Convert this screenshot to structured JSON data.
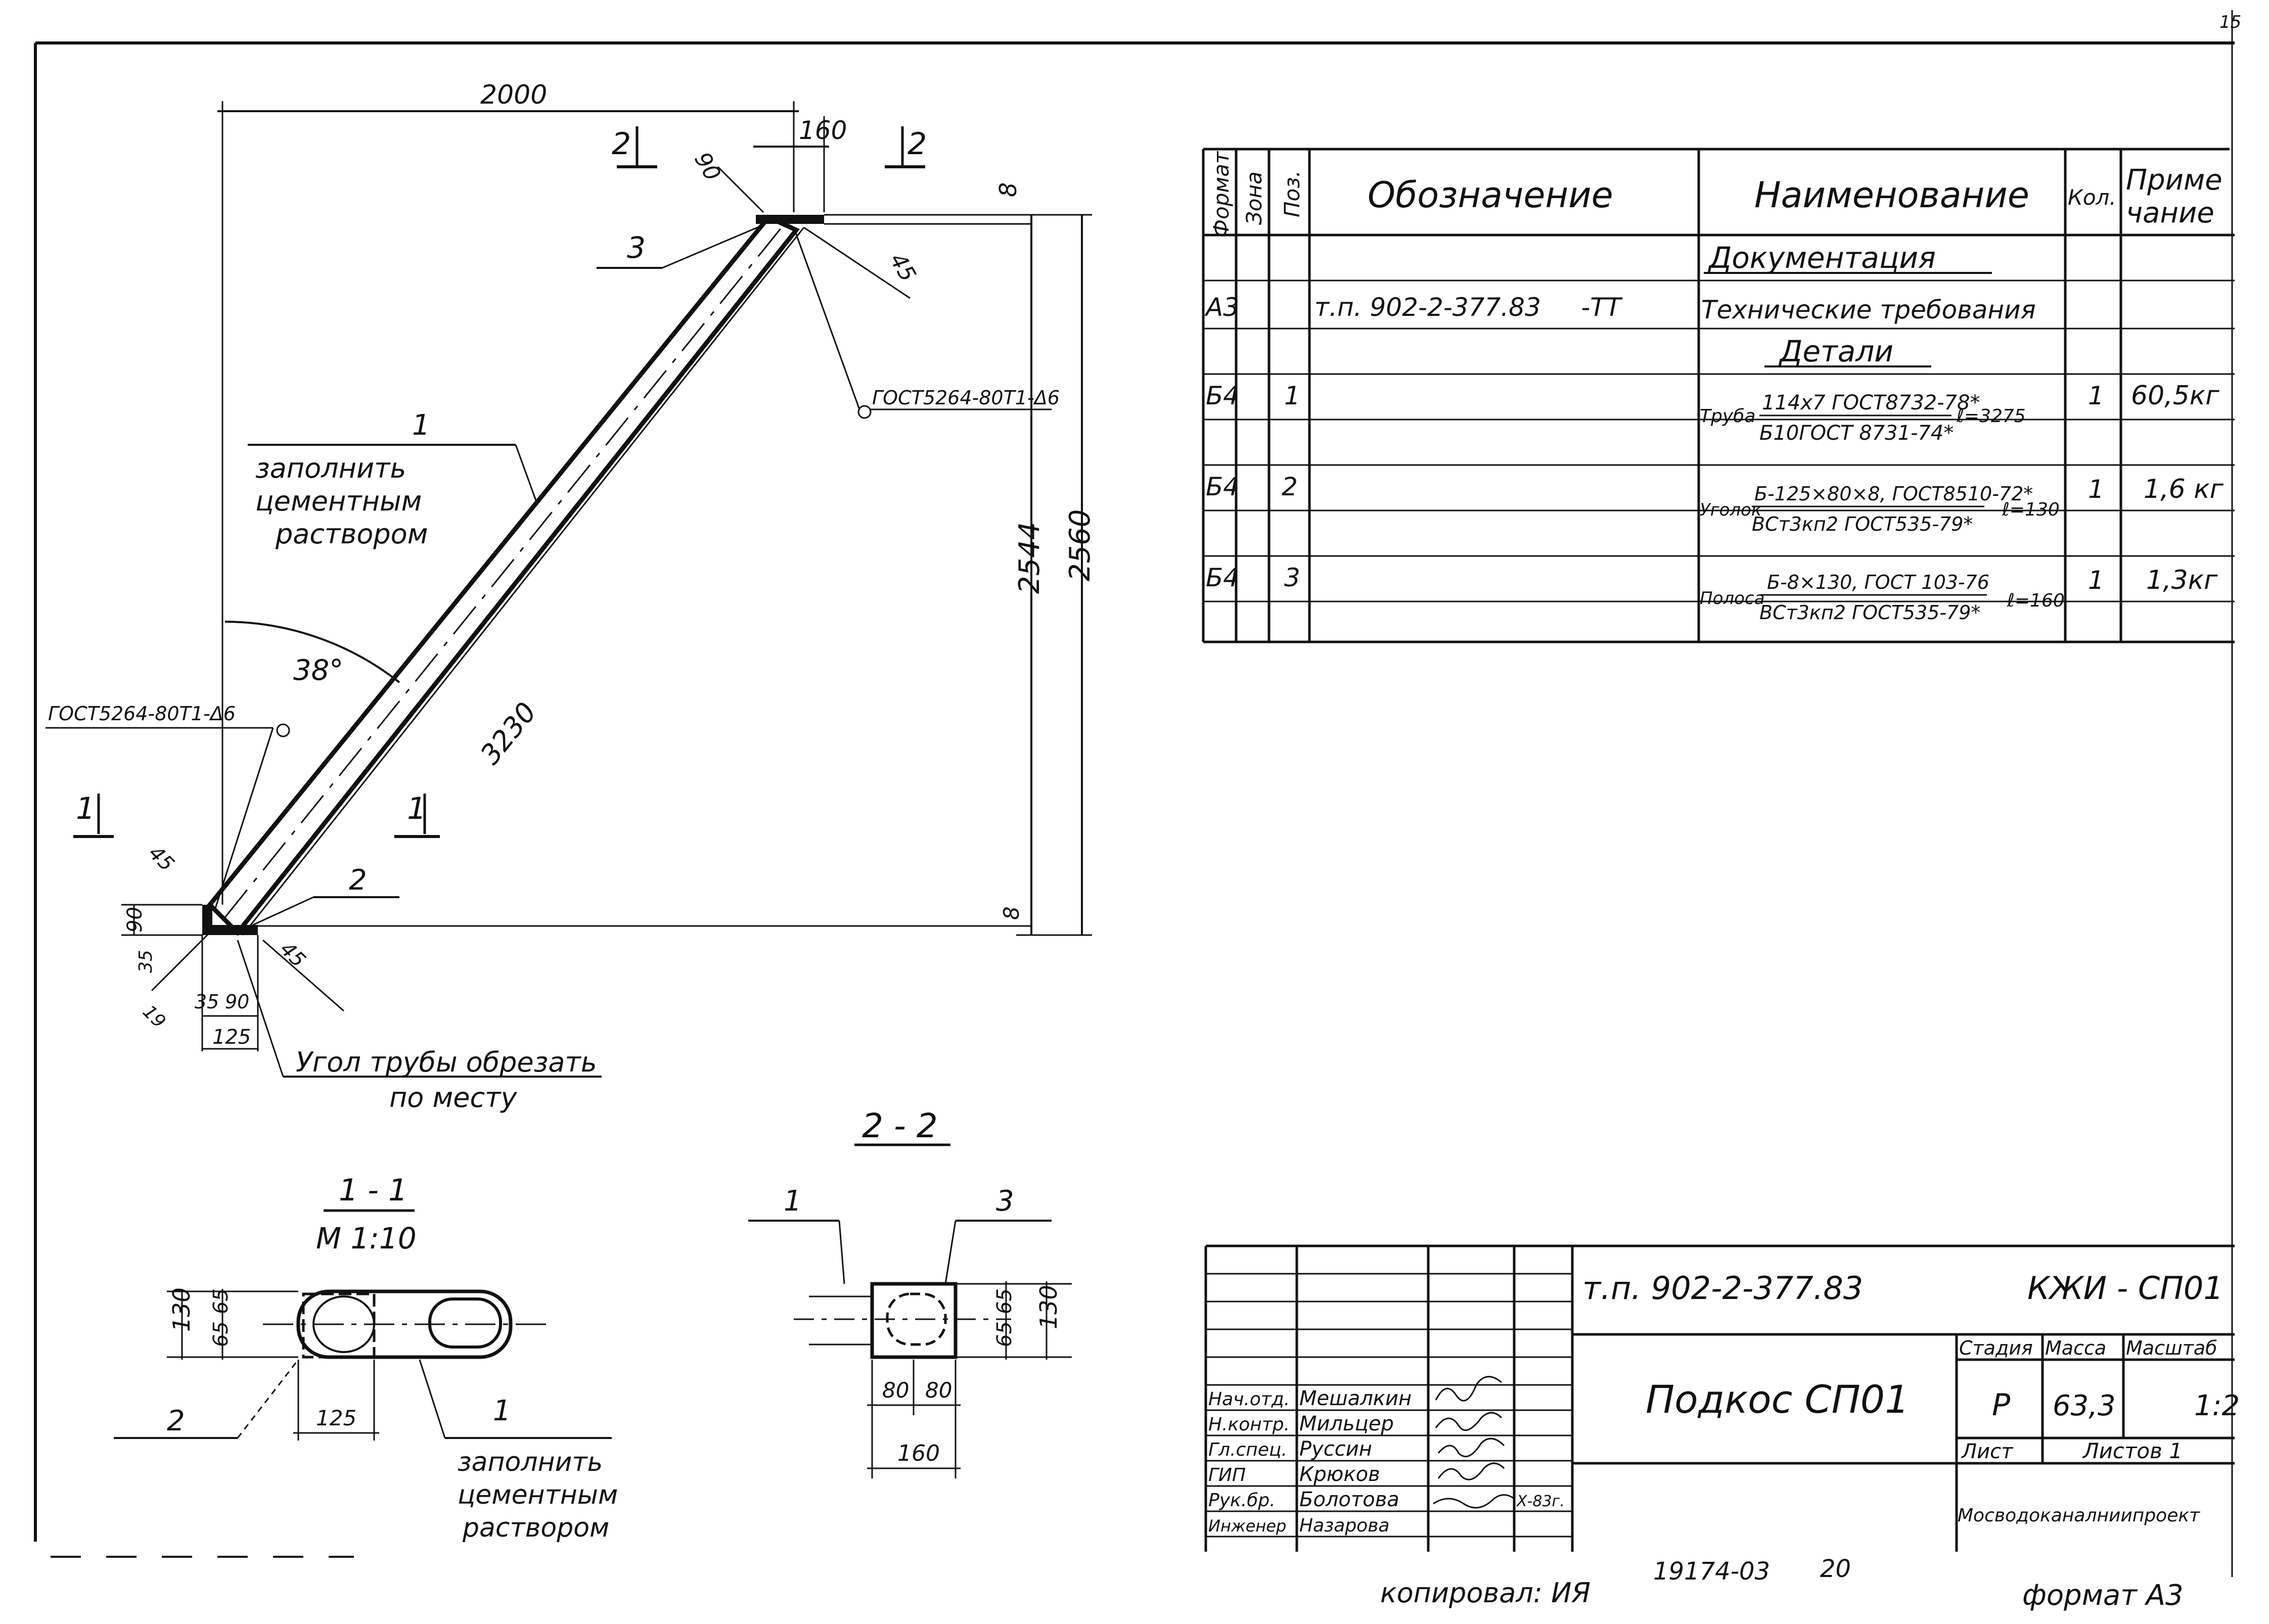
{
  "corner_page": "15",
  "drawing": {
    "dim_2000": "2000",
    "dim_160": "160",
    "dim_90": "90",
    "dim_8_top": "8",
    "dim_45_top": "45",
    "dim_2544": "2544",
    "dim_2560": "2560",
    "dim_8_bottom": "8",
    "dim_3230": "3230",
    "angle": "38°",
    "pos_1": "1",
    "pos_2": "2",
    "pos_3": "3",
    "note_fill": [
      "заполнить",
      "цементным",
      "раствором"
    ],
    "weld_top": "ГОСТ5264-80Т1-Δ6",
    "weld_left": "ГОСТ5264-80Т1-Δ6",
    "sec_mark_2": "2",
    "sec_mark_1": "1",
    "bottom_dims": [
      "45",
      "90",
      "35",
      "45",
      "19",
      "35",
      "90",
      "125"
    ],
    "cut_note": [
      "Угол трубы обрезать",
      "по месту"
    ]
  },
  "section_1_1": {
    "title": "1 - 1",
    "scale": "М 1:10",
    "dims": [
      "130",
      "65",
      "65",
      "125"
    ],
    "label_2": "2",
    "label_1": "1",
    "note": [
      "заполнить",
      "цементным",
      "раствором"
    ]
  },
  "section_2_2": {
    "title": "2 - 2",
    "label_1": "1",
    "label_3": "3",
    "dims": [
      "65",
      "65",
      "130",
      "80",
      "80",
      "160"
    ]
  },
  "spec_table": {
    "headers": {
      "format": "Формат",
      "zone": "Зона",
      "pos": "Поз.",
      "designation": "Обозначение",
      "name": "Наименование",
      "qty": "Кол.",
      "note": [
        "Приме",
        "чание"
      ]
    },
    "section_doc": "Документация",
    "doc_row": {
      "format": "А3",
      "designation": "т.п. 902-2-377.83     -ТТ",
      "name": "Технические требования"
    },
    "section_parts": "Детали",
    "rows": [
      {
        "format": "Б4",
        "pos": "1",
        "prefix": "Труба",
        "top": "114х7 ГОСТ8732-78*",
        "bottom": "Б10ГОСТ 8731-74*",
        "len": "ℓ=3275",
        "qty": "1",
        "note": "60,5кг"
      },
      {
        "format": "Б4",
        "pos": "2",
        "prefix": "Уголок",
        "top": "Б-125×80×8, ГОСТ8510-72*",
        "bottom": "ВСт3кп2 ГОСТ535-79*",
        "len": "ℓ=130",
        "qty": "1",
        "note": "1,6 кг"
      },
      {
        "format": "Б4",
        "pos": "3",
        "prefix": "Полоса",
        "top": "Б-8×130, ГОСТ 103-76",
        "bottom": "ВСт3кп2 ГОСТ535-79*",
        "len": "ℓ=160",
        "qty": "1",
        "note": "1,3кг"
      }
    ]
  },
  "title_block": {
    "doc_number": "т.п. 902-2-377.83",
    "code": "КЖИ - СП01",
    "title": "Подкос СП01",
    "stage_label": "Стадия",
    "mass_label": "Масса",
    "scale_label": "Масштаб",
    "stage": "Р",
    "mass": "63,3",
    "scale": "1:2",
    "sheet_label": "Лист",
    "sheets_label": "Листов 1",
    "org": "Мосводоканалниипроект",
    "people": [
      {
        "role": "Нач.отд.",
        "name": "Мешалкин"
      },
      {
        "role": "Н.контр.",
        "name": "Мильцер"
      },
      {
        "role": "Гл.спец.",
        "name": "Руссин"
      },
      {
        "role": "ГИП",
        "name": "Крюков"
      },
      {
        "role": "Рук.бр.",
        "name": "Болотова"
      },
      {
        "role": "Инженер",
        "name": "Назарова"
      }
    ],
    "date": "Х-83г."
  },
  "footer": {
    "copied": "копировал: ИЯ",
    "inv": "19174-03",
    "sheet_no": "20",
    "format": "формат А3"
  }
}
